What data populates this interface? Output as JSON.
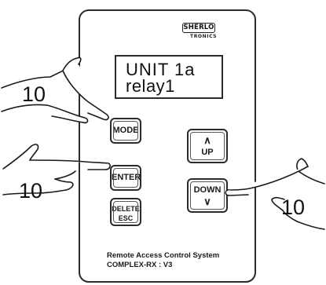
{
  "brand": {
    "logo_top": "SHERLO",
    "logo_bottom": "TRONICS"
  },
  "display": {
    "line1": "UNIT 1a",
    "line2": "relay1"
  },
  "buttons": {
    "mode": "MODE",
    "enter": "ENTER",
    "delete_line1": "DELETE",
    "delete_line2": "ESC",
    "up_arrow": "∧",
    "up": "UP",
    "down": "DOWN",
    "down_arrow": "∨"
  },
  "footer": {
    "line1": "Remote Access Control System",
    "line2": "COMPLEX-RX : V3"
  },
  "hands": [
    {
      "label": "10",
      "icon": "pointing-hand-icon",
      "target": "MODE"
    },
    {
      "label": "10",
      "icon": "pointing-hand-icon",
      "target": "ENTER"
    },
    {
      "label": "10",
      "icon": "pointing-hand-icon",
      "target": "DOWN"
    }
  ]
}
